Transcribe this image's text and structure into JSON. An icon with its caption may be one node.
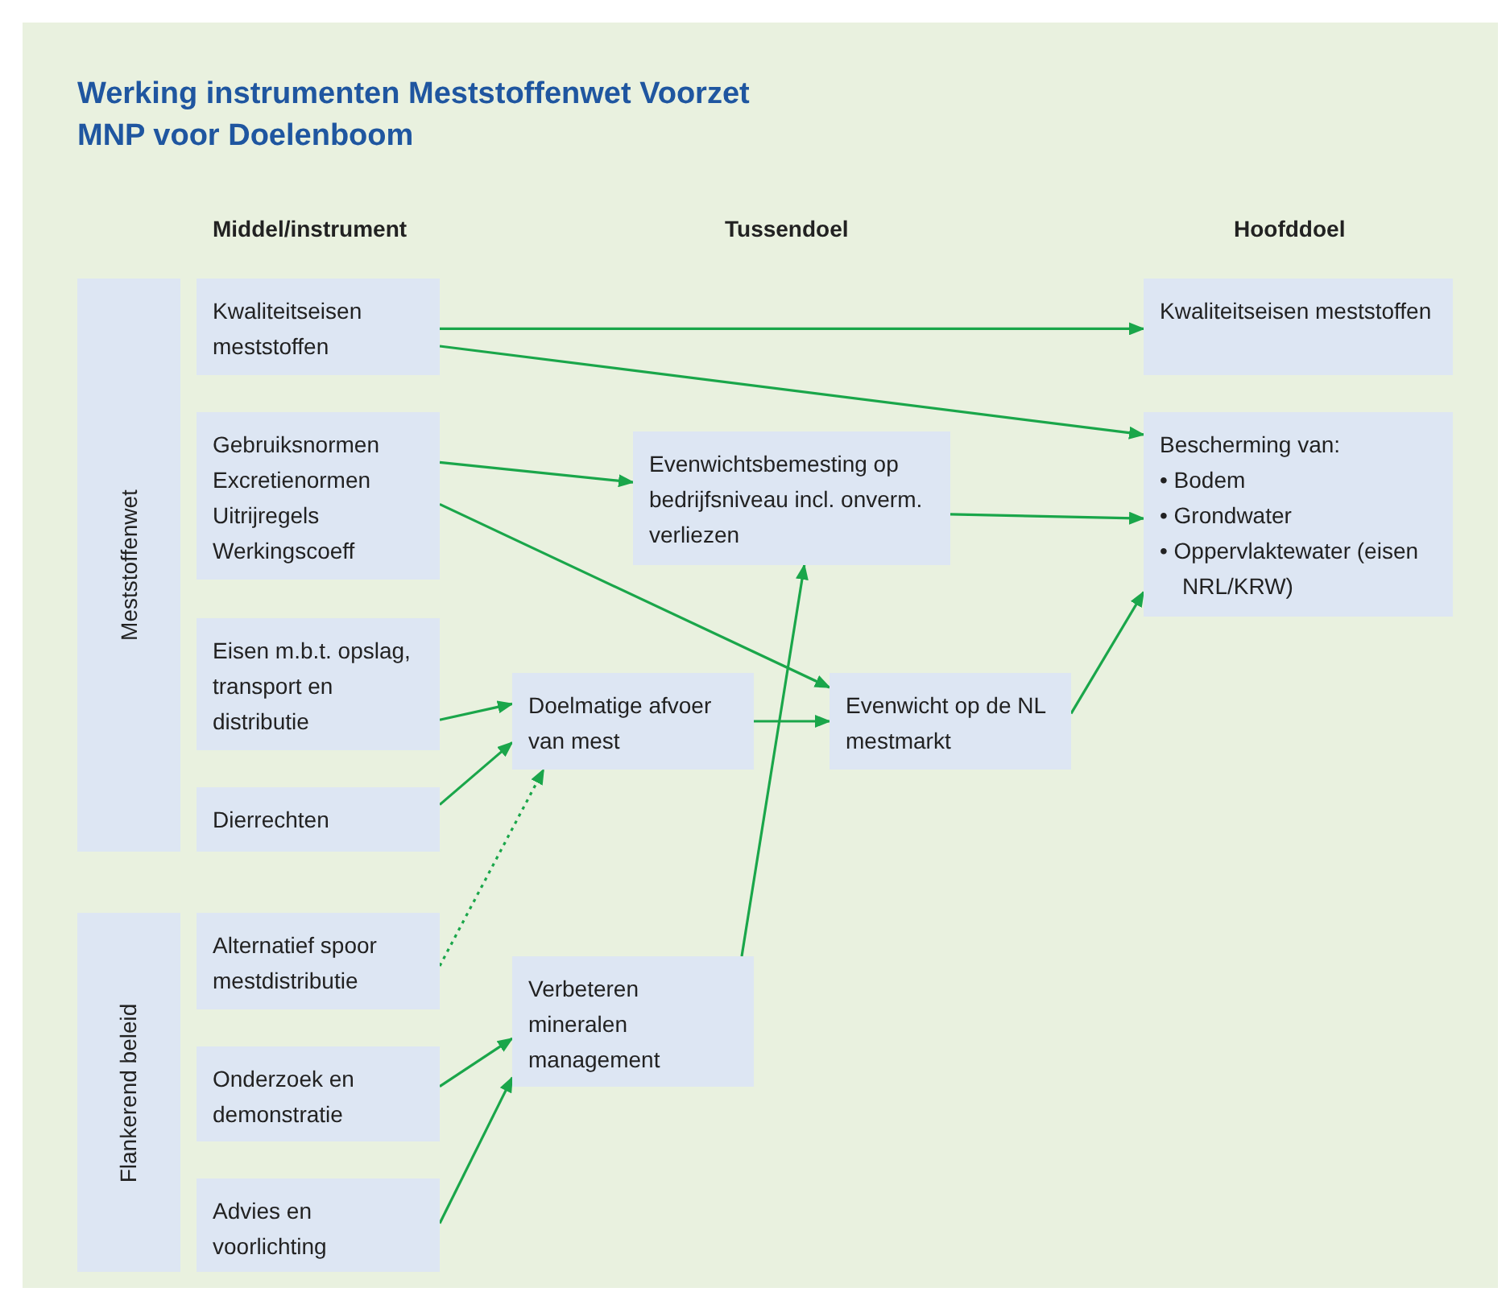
{
  "diagram": {
    "title": "Werking instrumenten Meststoffenwet Voorzet MNP voor Doelenboom",
    "nodes": [
      {
        "text": [
          "Meststoffenwet"
        ]
      },
      {
        "text": [
          "Flankerend beleid"
        ]
      },
      {
        "text": [
          "Kwaliteitseisen meststoffen"
        ]
      },
      {
        "text": [
          "Gebruiksnormen",
          "Excretienormen",
          "Uitrijregels",
          "Werkingscoeff"
        ]
      },
      {
        "text": [
          "Eisen m.b.t. opslag, transport en distributie"
        ]
      },
      {
        "text": [
          "Dierrechten"
        ]
      },
      {
        "text": [
          "Alternatief spoor mestdistributie"
        ]
      },
      {
        "text": [
          "Onderzoek en demonstratie"
        ]
      },
      {
        "text": [
          "Advies en voorlichting"
        ]
      },
      {
        "text": [
          "Evenwichtsbemesting op bedrijfsniveau incl. onverm. verliezen"
        ]
      },
      {
        "text": [
          "Doelmatige afvoer van mest"
        ]
      },
      {
        "text": [
          "Evenwicht op de NL mestmarkt"
        ]
      },
      {
        "text": [
          "Verbeteren mineralen management"
        ]
      },
      {
        "text": [
          "Kwaliteitseisen meststoffen"
        ]
      },
      {
        "text": [
          "Bescherming van:",
          "• Bodem",
          "• Grondwater",
          "• Oppervlaktewater (eisen NRL/KRW)"
        ]
      }
    ],
    "edges": [
      {
        "from": 2,
        "to": 13,
        "arrow": "to"
      },
      {
        "from": 2,
        "to": 14,
        "arrow": "to"
      },
      {
        "from": 3,
        "to": 9,
        "arrow": "to"
      },
      {
        "from": 3,
        "to": 11,
        "arrow": "to"
      },
      {
        "from": 9,
        "to": 14,
        "arrow": "to"
      },
      {
        "from": 4,
        "to": 10,
        "arrow": "to"
      },
      {
        "from": 5,
        "to": 10,
        "arrow": "to"
      },
      {
        "from": 6,
        "to": 10,
        "arrow": "to",
        "style": "dashed"
      },
      {
        "from": 10,
        "to": 11,
        "arrow": "to"
      },
      {
        "from": 11,
        "to": 14,
        "arrow": "to"
      },
      {
        "from": 12,
        "to": 9,
        "arrow": "to"
      },
      {
        "from": 7,
        "to": 12,
        "arrow": "to"
      },
      {
        "from": 8,
        "to": 12,
        "arrow": "to"
      }
    ],
    "labels": [
      "Middel/instrument",
      "Tussendoel",
      "Hoofddoel"
    ]
  }
}
